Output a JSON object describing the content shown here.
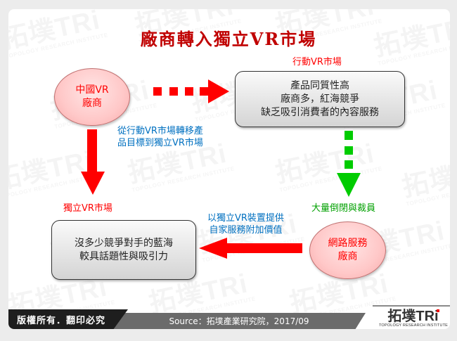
{
  "title": "廠商轉入獨立VR市場",
  "nodes": {
    "china_vr": {
      "line1": "中國VR",
      "line2": "廠商"
    },
    "mobile_market": {
      "label": "行動VR市場",
      "lines": [
        "產品同質性高",
        "廠商多，紅海競爭",
        "缺乏吸引消費者的內容服務"
      ]
    },
    "independent_market": {
      "label": "獨立VR市場",
      "lines": [
        "沒多少競爭對手的藍海",
        "較具話題性與吸引力"
      ]
    },
    "internet_service": {
      "line1": "網路服務",
      "line2": "廠商"
    }
  },
  "edges": {
    "china_to_independent": {
      "line1": "從行動VR市場轉移產",
      "line2": "品目標到獨立VR市場",
      "color": "#ff0000"
    },
    "mobile_to_internet": {
      "label": "大量倒閉與裁員",
      "color": "#00cc00"
    },
    "internet_to_independent": {
      "line1": "以獨立VR裝置提供",
      "line2": "自家服務附加價值",
      "color": "#ff0000"
    },
    "china_to_mobile": {
      "color": "#ff0000",
      "style": "dashed"
    }
  },
  "footer": {
    "copyright": "版權所有．翻印必究",
    "source": "Source：拓墣產業研究院，2017/09",
    "logo_main": "拓墣TRi",
    "logo_sub": "TOPOLOGY RESEARCH INSTITUTE"
  },
  "colors": {
    "title": "#c00000",
    "accent_red": "#ff0000",
    "accent_blue": "#0070c0",
    "accent_green": "#00a000"
  }
}
